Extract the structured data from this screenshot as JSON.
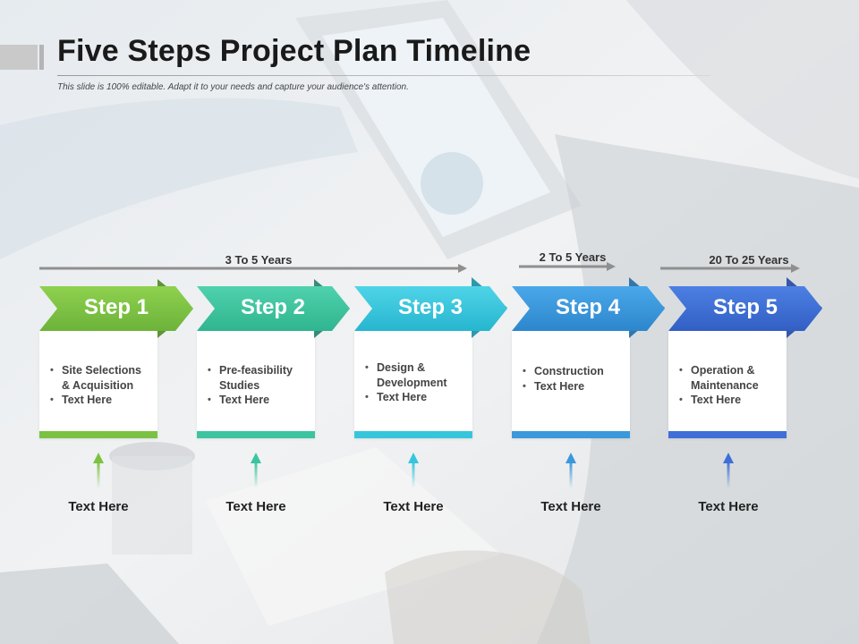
{
  "header": {
    "title": "Five Steps Project Plan Timeline",
    "subtitle": "This slide is 100% editable. Adapt it to your needs and capture your audience's attention."
  },
  "spans": [
    {
      "label": "3 To 5 Years"
    },
    {
      "label": "2 To 5 Years"
    },
    {
      "label": "20 To 25 Years"
    }
  ],
  "steps": [
    {
      "label": "Step 1",
      "color": "#7cc242",
      "bullets": [
        "Site Selections & Acquisition",
        "Text Here"
      ],
      "bottom_label": "Text Here"
    },
    {
      "label": "Step 2",
      "color": "#3cc4a0",
      "bullets": [
        "Pre-feasibility Studies",
        "Text Here"
      ],
      "bottom_label": "Text Here"
    },
    {
      "label": "Step 3",
      "color": "#36c6dc",
      "bullets": [
        "Design & Development",
        "Text Here"
      ],
      "bottom_label": "Text Here"
    },
    {
      "label": "Step 4",
      "color": "#3a98db",
      "bullets": [
        "Construction",
        "Text Here"
      ],
      "bottom_label": "Text Here"
    },
    {
      "label": "Step 5",
      "color": "#3f6fd6",
      "bullets": [
        "Operation & Maintenance",
        "Text Here"
      ],
      "bottom_label": "Text Here"
    }
  ]
}
